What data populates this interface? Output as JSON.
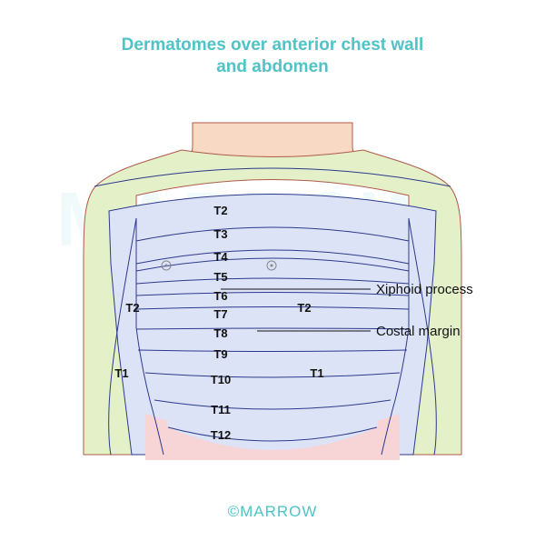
{
  "title": {
    "line1": "Dermatomes over anterior chest wall",
    "line2": "and abdomen"
  },
  "dermatome_labels": {
    "t2_center": "T2",
    "t3": "T3",
    "t4": "T4",
    "t5": "T5",
    "t6": "T6",
    "t7": "T7",
    "t8": "T8",
    "t9": "T9",
    "t10": "T10",
    "t11": "T11",
    "t12": "T12",
    "t2_left_arm": "T2",
    "t2_right_arm": "T2",
    "t1_left_arm": "T1",
    "t1_right_arm": "T1"
  },
  "callouts": {
    "xiphoid": "Xiphoid process",
    "costal": "Costal margin"
  },
  "watermark": "MARROW",
  "logo": "©MARROW",
  "colors": {
    "title": "#4fc3c6",
    "neck_skin": "#f7d9c4",
    "green_zone": "#e3f0c8",
    "blue_zone": "#dde3f7",
    "pink_zone": "#f7d4d6",
    "band_line": "#2b3a8c",
    "outline": "#b05a4a"
  }
}
